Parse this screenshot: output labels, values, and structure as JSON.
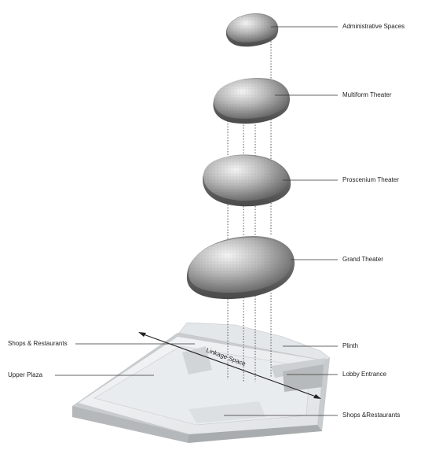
{
  "labels": {
    "administrative_spaces": "Administrative Spaces",
    "multiform_theater": "Multiform Theater",
    "proscenium_theater": "Proscenium Theater",
    "grand_theater": "Grand Theater",
    "plinth": "Plinth",
    "lobby_entrance": "Lobby Entrance",
    "shops_restaurants_right": "Shops &Restaurants",
    "shops_restaurants_left": "Shops & Restaurants",
    "upper_plaza": "Upper Plaza",
    "linkage_space": "Linkage Space"
  },
  "colors": {
    "stone_dark": "#6f6f6f",
    "stone_light": "#d9d9d9",
    "plinth_light": "#eef0f1",
    "plinth_shadow": "#b9bcbe",
    "leader_line": "#333333"
  }
}
